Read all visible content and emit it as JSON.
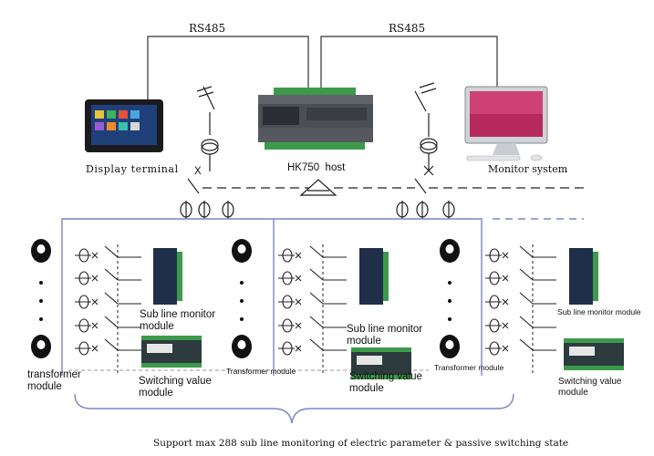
{
  "bus": {
    "left_label": "RS485",
    "right_label": "RS485"
  },
  "devices": {
    "display_terminal": "Display terminal",
    "host": "HK750  host",
    "monitor_system": "Monitor system"
  },
  "switch_marks": {
    "left": "X",
    "right": "X"
  },
  "modules": {
    "transformer_1": "transformer module",
    "transformer_2": "Transformer module",
    "transformer_3": "Transformer module",
    "sub_line_1": "Sub line monitor module",
    "sub_line_2": "Sub line monitor module",
    "sub_line_3": "Sub line monitor module",
    "switching_1": "Switching value module",
    "switching_2": "Switching value module",
    "switching_3": "Switching value module"
  },
  "caption": "Support max 288 sub line monitoring of electric parameter & passive switching state",
  "colors": {
    "bus_line": "#7a86c8",
    "wire": "#222222",
    "module_body": "#1f2f4a",
    "terminal_green": "#3c9a4a"
  },
  "icons": [
    "display-terminal-icon",
    "host-controller-icon",
    "monitor-computer-icon",
    "current-transformer-icon",
    "breaker-switch-icon",
    "fuse-symbol-icon"
  ]
}
